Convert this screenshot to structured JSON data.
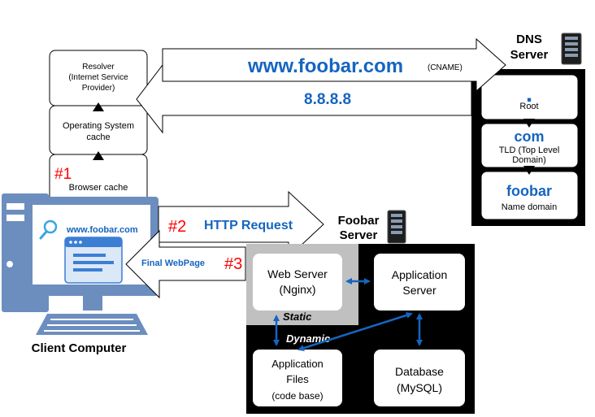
{
  "cache_stack": {
    "resolver": [
      "Resolver",
      "(Internet Service",
      "Provider)"
    ],
    "os_cache": [
      "Operating System",
      "cache"
    ],
    "browser_cache": "Browser cache"
  },
  "dns_request": {
    "domain": "www.foobar.com",
    "record_type": "(CNAME)"
  },
  "dns_response": {
    "ip": "8.8.8.8"
  },
  "dns_server": {
    "title": [
      "DNS",
      "Server"
    ],
    "root": {
      "dot": ".",
      "label": "Root"
    },
    "tld": {
      "name": "com",
      "label": [
        "TLD (Top Level",
        "Domain)"
      ]
    },
    "name_domain": {
      "name": "foobar",
      "label": "Name domain"
    }
  },
  "steps": {
    "step1": "#1",
    "step2": "#2",
    "step3": "#3"
  },
  "http_request": {
    "label": "HTTP Request"
  },
  "http_response": {
    "label": "Final WebPage"
  },
  "browser": {
    "address": "www.foobar.com"
  },
  "client": {
    "label": "Client Computer"
  },
  "foobar_server": {
    "title": [
      "Foobar",
      "Server"
    ],
    "web_server": [
      "Web Server",
      "(Nginx)"
    ],
    "app_server": [
      "Application",
      "Server"
    ],
    "app_files": [
      "Application",
      "Files",
      "(code base)"
    ],
    "database": [
      "Database",
      "(MySQL)"
    ],
    "static_label": "Static",
    "dynamic_label": "Dynamic"
  },
  "colors": {
    "accent_blue": "#1565c0",
    "red": "#ff0000",
    "monitor_blue": "#6c8ebf",
    "server_bg": "#000000",
    "static_bg": "#c0c0c0"
  }
}
